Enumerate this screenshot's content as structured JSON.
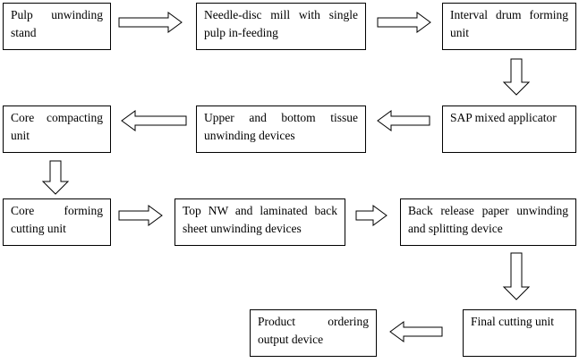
{
  "diagram": {
    "nodes": [
      {
        "id": "pulp",
        "label": "Pulp unwinding stand"
      },
      {
        "id": "needle",
        "label": "Needle-disc mill with single pulp in-feeding"
      },
      {
        "id": "interval",
        "label": "Interval drum forming unit"
      },
      {
        "id": "sap",
        "label": "SAP mixed applicator"
      },
      {
        "id": "tissue",
        "label": "Upper and bottom tissue unwinding devices"
      },
      {
        "id": "compact",
        "label": "Core compacting unit"
      },
      {
        "id": "core",
        "label": "Core forming cutting unit"
      },
      {
        "id": "topnw",
        "label": "Top NW and laminated back sheet unwinding devices"
      },
      {
        "id": "release",
        "label": "Back release paper unwinding and splitting device"
      },
      {
        "id": "final",
        "label": "Final cutting unit"
      },
      {
        "id": "product",
        "label": "Product ordering output device"
      }
    ],
    "edges": [
      {
        "from": "pulp",
        "to": "needle"
      },
      {
        "from": "needle",
        "to": "interval"
      },
      {
        "from": "interval",
        "to": "sap"
      },
      {
        "from": "sap",
        "to": "tissue"
      },
      {
        "from": "tissue",
        "to": "compact"
      },
      {
        "from": "compact",
        "to": "core"
      },
      {
        "from": "core",
        "to": "topnw"
      },
      {
        "from": "topnw",
        "to": "release"
      },
      {
        "from": "release",
        "to": "final"
      },
      {
        "from": "final",
        "to": "product"
      }
    ]
  }
}
